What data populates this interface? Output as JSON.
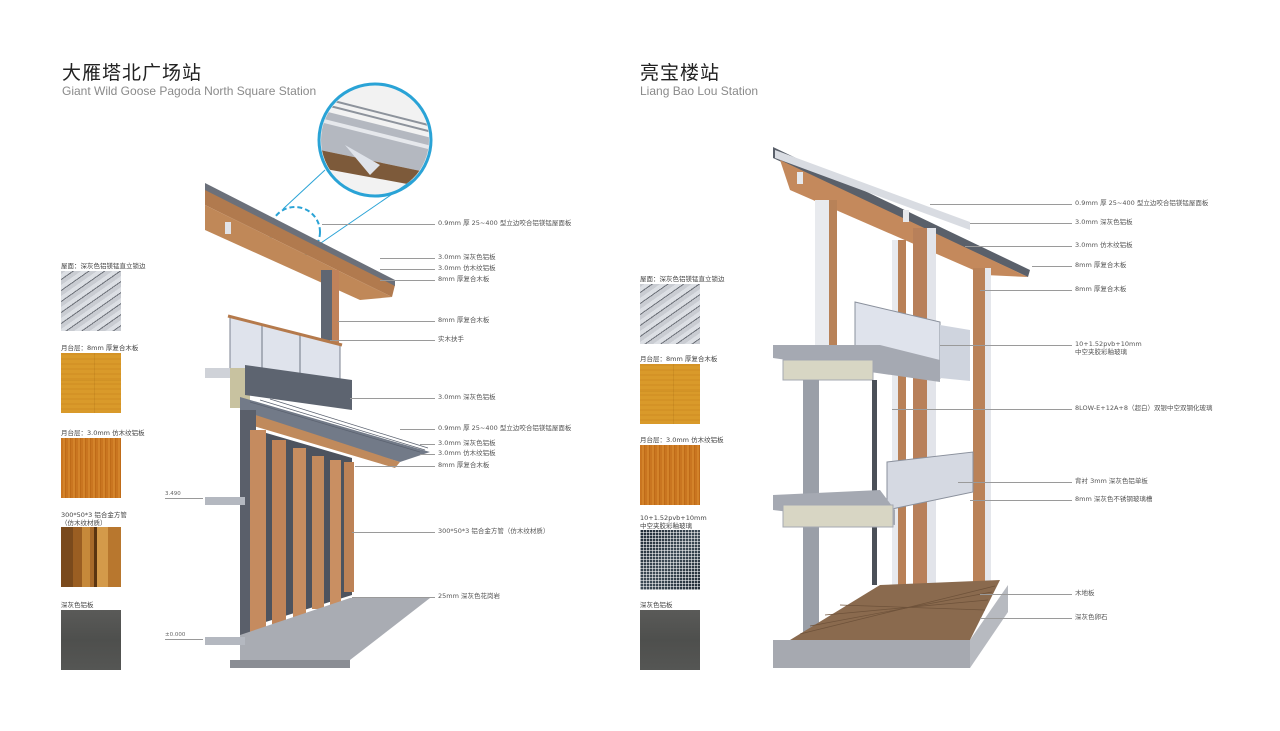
{
  "left_panel": {
    "title_cn": "大雁塔北广场站",
    "title_en": "Giant Wild Goose Pagoda North Square Station",
    "materials": [
      {
        "label": "屋面：深灰色铝镁锰直立锁边",
        "swatch": "roof"
      },
      {
        "label": "月台层：8mm 厚复合木板",
        "swatch": "wood8"
      },
      {
        "label": "月台层：3.0mm 仿木纹铝板",
        "swatch": "woodal"
      },
      {
        "label": "300*50*3 铝合金方管\n（仿木纹材质）",
        "swatch": "tube"
      },
      {
        "label": "深灰色铝板",
        "swatch": "dark"
      }
    ],
    "callouts": [
      "0.9mm 厚 25~400 型立边咬合铝镁锰屋面板",
      "3.0mm 深灰色铝板",
      "3.0mm 仿木纹铝板",
      "8mm 厚复合木板",
      "8mm 厚复合木板",
      "实木扶手",
      "3.0mm 深灰色铝板",
      "0.9mm 厚 25~400 型立边咬合铝镁锰屋面板",
      "3.0mm 深灰色铝板",
      "3.0mm 仿木纹铝板",
      "8mm 厚复合木板",
      "300*50*3 铝合金方管（仿木纹材质）",
      "25mm 深灰色花岗岩"
    ],
    "levels": [
      "3.490",
      "±0.000"
    ]
  },
  "right_panel": {
    "title_cn": "亮宝楼站",
    "title_en": "Liang Bao Lou Station",
    "materials": [
      {
        "label": "屋面：深灰色铝镁锰直立锁边",
        "swatch": "roof"
      },
      {
        "label": "月台层：8mm 厚复合木板",
        "swatch": "wood8"
      },
      {
        "label": "月台层：3.0mm 仿木纹铝板",
        "swatch": "woodal"
      },
      {
        "label": "10+1.52pvb+10mm\n中空夹胶彩釉玻璃",
        "swatch": "glass"
      },
      {
        "label": "深灰色铝板",
        "swatch": "dark"
      }
    ],
    "callouts": [
      "0.9mm 厚 25~400 型立边咬合铝镁锰屋面板",
      "3.0mm 深灰色铝板",
      "3.0mm 仿木纹铝板",
      "8mm 厚复合木板",
      "8mm 厚复合木板",
      "10+1.52pvb+10mm\n中空夹胶彩釉玻璃",
      "8LOW-E+12A+8（超白）双银中空双钢化玻璃",
      "背衬 3mm 深灰色铝单板",
      "8mm 深灰色不锈钢玻璃槽",
      "木地板",
      "深灰色卵石"
    ]
  },
  "colors": {
    "callout_line": "#9a9a9a",
    "highlight_circle": "#2aa3d6",
    "wood": "#b97a4a",
    "metal_dark": "#5b6270",
    "metal_light": "#dfe2e8"
  }
}
